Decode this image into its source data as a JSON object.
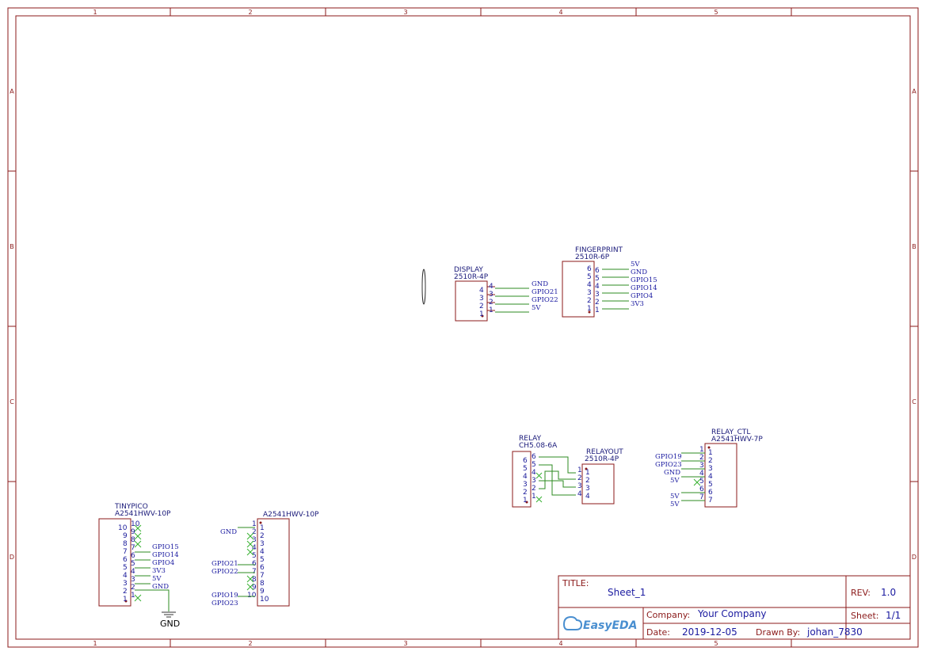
{
  "border": {
    "columns": [
      "1",
      "2",
      "3",
      "4",
      "5"
    ],
    "rows": [
      "A",
      "B",
      "C",
      "D"
    ]
  },
  "components": {
    "display": {
      "name": "DISPLAY",
      "part": "2510R-4P",
      "pins": [
        "4",
        "3",
        "2",
        "1"
      ],
      "nets": [
        "GND",
        "GPIO21",
        "GPIO22",
        "5V"
      ]
    },
    "fingerprint": {
      "name": "FINGERPRINT",
      "part": "2510R-6P",
      "pins": [
        "6",
        "5",
        "4",
        "3",
        "2",
        "1"
      ],
      "nets": [
        "5V",
        "GND",
        "GPIO15",
        "GPIO14",
        "GPIO4",
        "3V3"
      ]
    },
    "relay": {
      "name": "RELAY",
      "part": "CH5.08-6A",
      "pins": [
        "6",
        "5",
        "4",
        "3",
        "2",
        "1"
      ]
    },
    "relayout": {
      "name": "RELAYOUT",
      "part": "2510R-4P",
      "pins": [
        "1",
        "2",
        "3",
        "4"
      ]
    },
    "relay_ctl": {
      "name": "RELAY_CTL",
      "part": "A2541HWV-7P",
      "pins": [
        "1",
        "2",
        "3",
        "4",
        "5",
        "6",
        "7"
      ],
      "nets": [
        "GPIO19",
        "GPIO23",
        "GND",
        "5V",
        "5V",
        "5V"
      ]
    },
    "tinypico": {
      "name": "TINYPICO",
      "part": "A2541HWV-10P",
      "pins": [
        "10",
        "9",
        "8",
        "7",
        "6",
        "5",
        "4",
        "3",
        "2",
        "1"
      ],
      "nets": [
        "GPIO15",
        "GPIO14",
        "GPIO4",
        "3V3",
        "5V",
        "GND"
      ],
      "ground_label": "GND"
    },
    "header10": {
      "part": "A2541HWV-10P",
      "pins": [
        "1",
        "2",
        "3",
        "4",
        "5",
        "6",
        "7",
        "8",
        "9",
        "10"
      ],
      "nets": [
        "GND",
        "GPIO21",
        "GPIO22",
        "GPIO19",
        "GPIO23"
      ]
    }
  },
  "title_block": {
    "title_label": "TITLE:",
    "title": "Sheet_1",
    "rev_label": "REV:",
    "rev": "1.0",
    "company_label": "Company:",
    "company": "Your Company",
    "sheet_label": "Sheet:",
    "sheet": "1/1",
    "date_label": "Date:",
    "date": "2019-12-05",
    "drawn_label": "Drawn By:",
    "drawn_by": "johan_7830",
    "logo": "EasyEDA"
  },
  "colors": {
    "frame": "#8b1a1a",
    "wire": "#2e8b22",
    "text": "#1a1aa0"
  }
}
